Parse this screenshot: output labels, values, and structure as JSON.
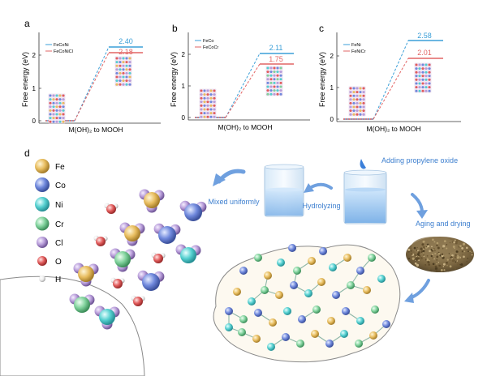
{
  "panel_labels": {
    "a": "a",
    "b": "b",
    "c": "c",
    "d": "d"
  },
  "chart_data": [
    {
      "type": "line",
      "panel": "a",
      "ylabel": "Free energy (eV)",
      "xlabel": "M(OH)₂ to MOOH",
      "ylim": [
        0,
        2.8
      ],
      "yticks": [
        0,
        1,
        2
      ],
      "series": [
        {
          "name": "FeCoNi",
          "color": "#3b9fd8",
          "values": [
            0,
            2.4
          ]
        },
        {
          "name": "FeCoNiCl",
          "color": "#e26565",
          "values": [
            0,
            2.18
          ]
        }
      ],
      "data_labels": [
        "2.40",
        "2.18"
      ]
    },
    {
      "type": "line",
      "panel": "b",
      "ylabel": "Free energy (eV)",
      "xlabel": "M(OH)₂ to MOOH",
      "ylim": [
        0,
        2.8
      ],
      "yticks": [
        0,
        1,
        2
      ],
      "series": [
        {
          "name": "FeCo",
          "color": "#3b9fd8",
          "values": [
            0,
            2.11
          ]
        },
        {
          "name": "FeCoCr",
          "color": "#e26565",
          "values": [
            0,
            1.75
          ]
        }
      ],
      "data_labels": [
        "2.11",
        "1.75"
      ]
    },
    {
      "type": "line",
      "panel": "c",
      "ylabel": "Free energy (eV)",
      "xlabel": "M(OH)₂ to MOOH",
      "ylim": [
        0,
        2.8
      ],
      "yticks": [
        0,
        1,
        2
      ],
      "series": [
        {
          "name": "FeNi",
          "color": "#3b9fd8",
          "values": [
            0,
            2.58
          ]
        },
        {
          "name": "FeNiCr",
          "color": "#e26565",
          "values": [
            0,
            2.01
          ]
        }
      ],
      "data_labels": [
        "2.58",
        "2.01"
      ]
    }
  ],
  "legend_d": [
    {
      "symbol": "Fe",
      "color": "#e5b95a"
    },
    {
      "symbol": "Co",
      "color": "#6a83d8"
    },
    {
      "symbol": "Ni",
      "color": "#52cfcf"
    },
    {
      "symbol": "Cr",
      "color": "#7fd29a"
    },
    {
      "symbol": "Cl",
      "color": "#b79ad8"
    },
    {
      "symbol": "O",
      "color": "#e05a5a"
    },
    {
      "symbol": "H",
      "color": "#eeeeee"
    }
  ],
  "process": {
    "mixed": "Mixed uniformly",
    "hydrolyzing": "Hydrolyzing",
    "adding": "Adding propylene oxide",
    "aging": "Aging and drying"
  }
}
